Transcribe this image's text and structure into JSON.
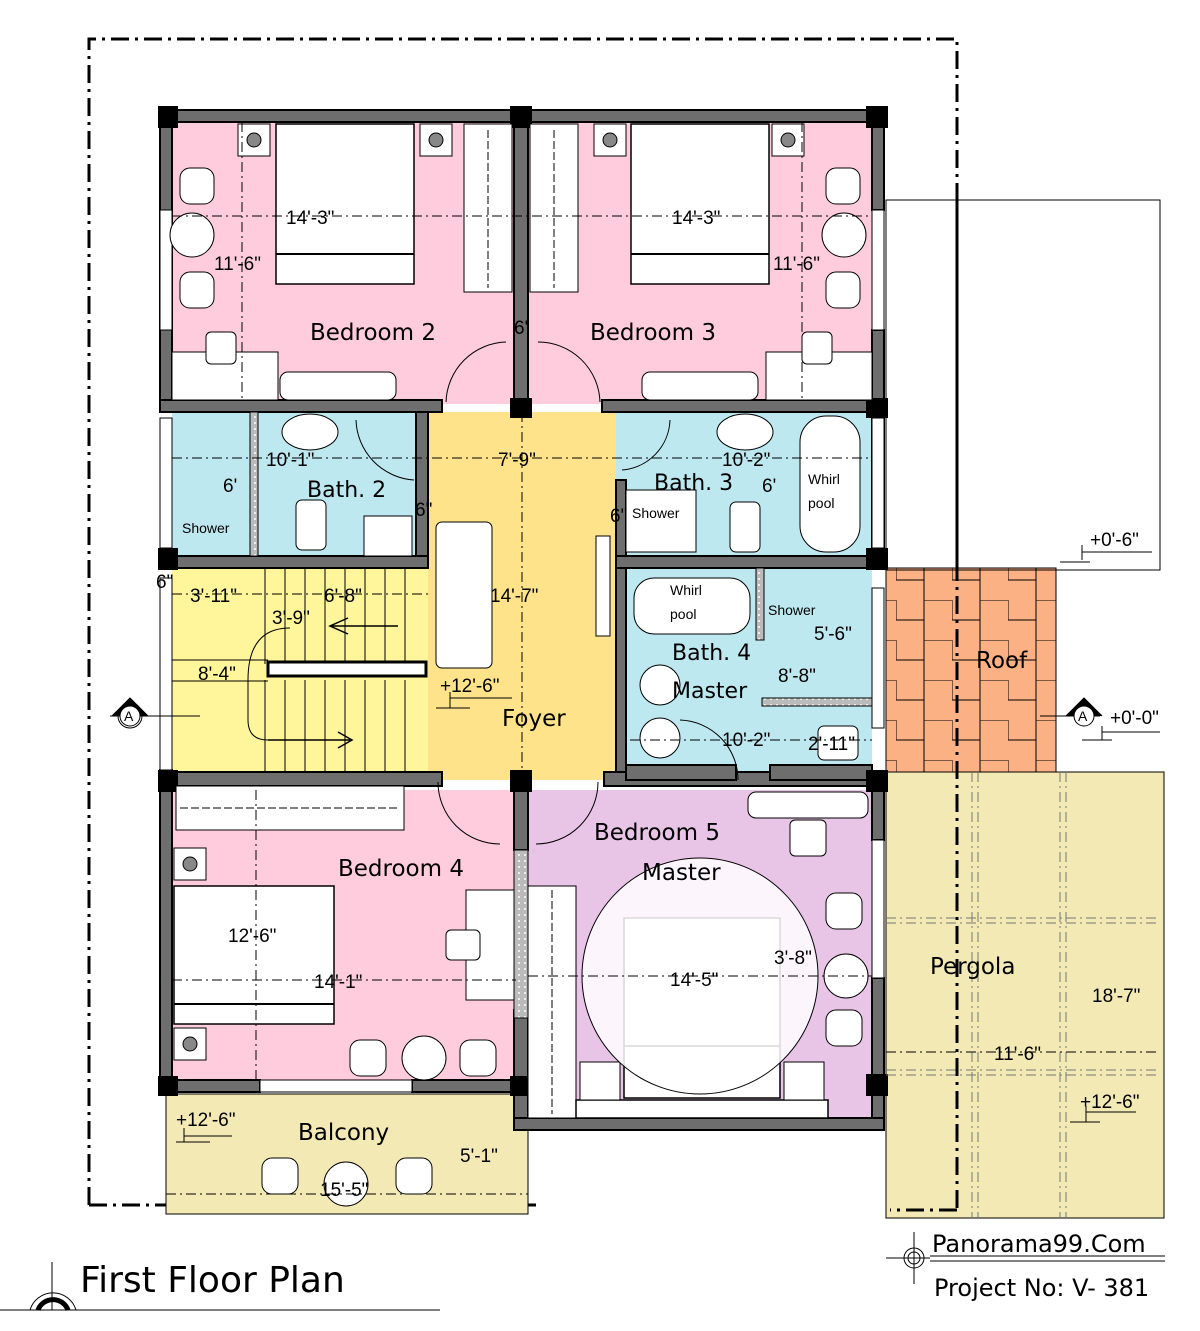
{
  "title": "First Floor Plan",
  "branding": {
    "site": "Panorama99.Com",
    "project": "Project No: V- 381"
  },
  "colors": {
    "bedroom": "#FFCCDD",
    "bath": "#BDE8F0",
    "foyer": "#FFE38A",
    "stair": "#FFF59A",
    "master_bedroom": "#E8C4E6",
    "roof": "#FBB184",
    "pergola": "#F2E9B4",
    "balcony": "#F2E9B4",
    "wall": "#6E6E6E",
    "column": "#000000"
  },
  "rooms": {
    "bedroom2": {
      "label": "Bedroom 2",
      "width": "14'-3\"",
      "depth": "11'-6\"",
      "door": "6'"
    },
    "bedroom3": {
      "label": "Bedroom 3",
      "width": "14'-3\"",
      "depth": "11'-6\""
    },
    "bath2": {
      "label": "Bath. 2",
      "width": "10'-1\"",
      "depth": "6'",
      "shower": "Shower",
      "wall": "6\""
    },
    "bath3": {
      "label": "Bath. 3",
      "width": "10'-2\"",
      "depth": "6'",
      "shower": "Shower",
      "whirlpool_1": "Whirl",
      "whirlpool_2": "pool",
      "wall": "6\""
    },
    "foyer": {
      "label": "Foyer",
      "width": "7'-9\"",
      "depth": "14'-7\"",
      "level": "+12'-6\""
    },
    "stair": {
      "wall": "6\"",
      "dim_a": "3'-11\"",
      "dim_b": "6'-8\"",
      "dim_c": "3'-9\"",
      "dim_d": "8'-4\""
    },
    "bath4": {
      "label_1": "Bath. 4",
      "label_2": "Master",
      "whirlpool_1": "Whirl",
      "whirlpool_2": "pool",
      "shower": "Shower",
      "dim_shower": "5'-6\"",
      "dim_a": "8'-8\"",
      "dim_b": "10'-2\"",
      "dim_c": "2'-11\""
    },
    "roof": {
      "label": "Roof",
      "level_top": "+0'-6\"",
      "level_bottom": "+0'-0\""
    },
    "bedroom4": {
      "label": "Bedroom 4",
      "depth": "12'-6\"",
      "width": "14'-1\""
    },
    "bedroom5": {
      "label_1": "Bedroom 5",
      "label_2": "Master",
      "width": "14'-5\"",
      "rug": "3'-8\""
    },
    "balcony": {
      "label": "Balcony",
      "level": "+12'-6\"",
      "depth": "5'-1\"",
      "width": "15'-5\""
    },
    "pergola": {
      "label": "Pergola",
      "depth": "18'-7\"",
      "width": "11'-6\"",
      "level": "+12'-6\""
    }
  },
  "section_markers": {
    "left": "A",
    "right": "A"
  }
}
